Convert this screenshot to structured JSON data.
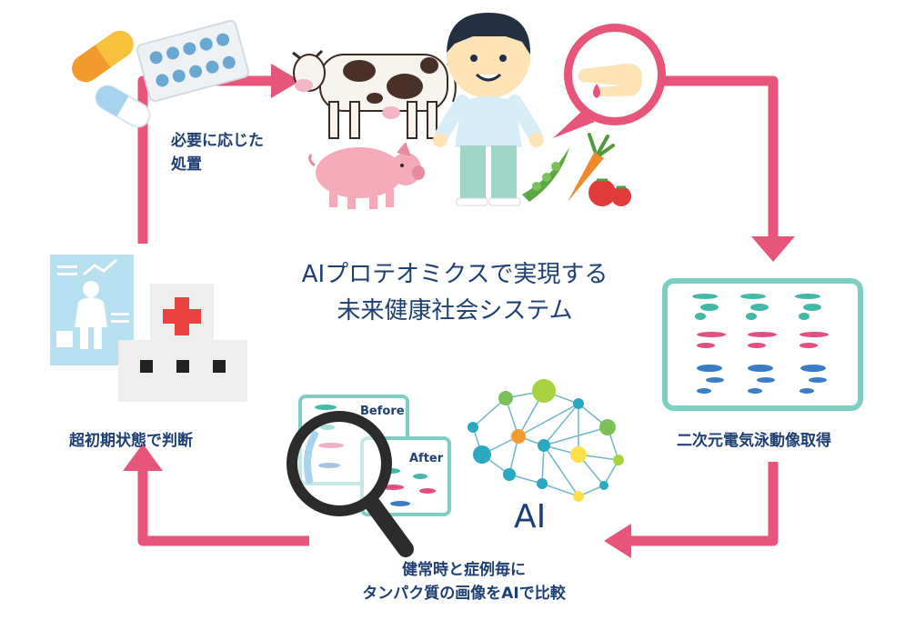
{
  "title": {
    "line1": "AIプロテオミクスで実現する",
    "line2": "未来健康社会システム"
  },
  "steps": {
    "treatment": {
      "line1": "必要に応じた",
      "line2": "処置"
    },
    "electrophoresis": "二次元電気泳動像取得",
    "compare": {
      "line1": "健常時と症例毎に",
      "line2": "タンパク質の画像をAIで比較"
    },
    "diagnosis": "超初期状態で判断"
  },
  "compare_images": {
    "before": "Before",
    "after": "After"
  },
  "ai_text": "AI",
  "colors": {
    "arrow": "#e8557a",
    "text": "#1d3f73",
    "teal_frame": "#7ccfc3",
    "light_blue": "#b7e0f1",
    "gel_teal": "#42b8a8",
    "gel_pink": "#e2507f",
    "gel_blue": "#3a7dc4",
    "hospital_red": "#e94040",
    "hospital_gray": "#eeeeee"
  },
  "icons": [
    "pill-icon",
    "tablet-pack-icon",
    "cow-icon",
    "pig-icon",
    "person-icon",
    "finger-blood-icon",
    "vegetables-icon",
    "gel-image-icon",
    "magnifier-icon",
    "ai-brain-icon",
    "medical-chart-icon",
    "hospital-icon"
  ]
}
